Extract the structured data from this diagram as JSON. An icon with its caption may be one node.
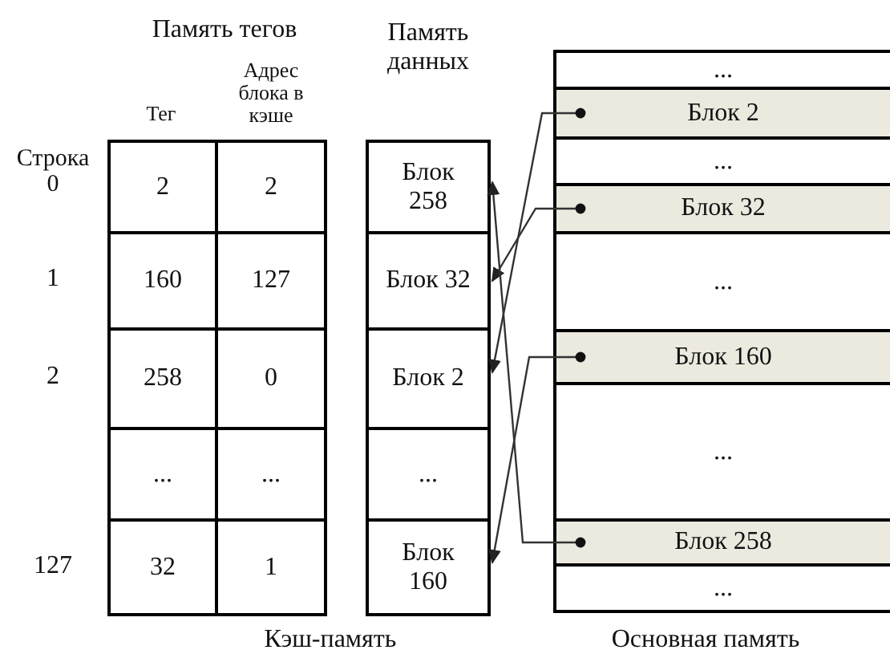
{
  "diagram": {
    "nodes": [
      {
        "text": [
          "Блок 258"
        ]
      },
      {
        "text": [
          "Блок 32"
        ]
      },
      {
        "text": [
          "Блок 2"
        ]
      },
      {
        "text": [
          "..."
        ]
      },
      {
        "text": [
          "Блок 160"
        ]
      },
      {
        "text": [
          "..."
        ]
      },
      {
        "text": [
          "Блок 2"
        ]
      },
      {
        "text": [
          "..."
        ]
      },
      {
        "text": [
          "Блок 32"
        ]
      },
      {
        "text": [
          "..."
        ]
      },
      {
        "text": [
          "Блок 160"
        ]
      },
      {
        "text": [
          "..."
        ]
      },
      {
        "text": [
          "Блок 258"
        ]
      },
      {
        "text": [
          "..."
        ]
      }
    ],
    "edges": [
      {
        "from": 6,
        "to": 2,
        "arrow": "to"
      },
      {
        "from": 8,
        "to": 1,
        "arrow": "to"
      },
      {
        "from": 10,
        "to": 4,
        "arrow": "to"
      },
      {
        "from": 12,
        "to": 0,
        "arrow": "to"
      }
    ],
    "labels": [
      "Память тегов",
      "Память данных",
      "Тег",
      "Адрес блока в кэше",
      "Строка 0",
      "2",
      "2",
      "1",
      "160",
      "127",
      "2",
      "258",
      "0",
      "...",
      "...",
      "127",
      "32",
      "1",
      "Кэш-память",
      "Основная память"
    ]
  }
}
